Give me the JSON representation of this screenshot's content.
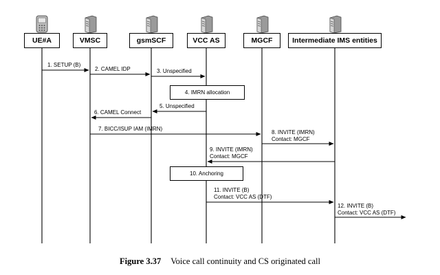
{
  "entities": [
    {
      "label": "UE#A",
      "icon": "phone-icon"
    },
    {
      "label": "VMSC",
      "icon": "server-icon"
    },
    {
      "label": "gsmSCF",
      "icon": "server-icon"
    },
    {
      "label": "VCC AS",
      "icon": "server-icon"
    },
    {
      "label": "MGCF",
      "icon": "server-icon"
    },
    {
      "label": "Intermediate IMS entities",
      "icon": "server-icon"
    }
  ],
  "messages": [
    {
      "line1": "1. SETUP (B)",
      "line2": ""
    },
    {
      "line1": "2. CAMEL IDP",
      "line2": ""
    },
    {
      "line1": "3. Unspecified",
      "line2": ""
    },
    {
      "line1": "5. Unspecified",
      "line2": ""
    },
    {
      "line1": "6. CAMEL Connect",
      "line2": ""
    },
    {
      "line1": "7. BICC/ISUP IAM  (IMRN)",
      "line2": ""
    },
    {
      "line1": "8. INVITE (IMRN)",
      "line2": "Contact: MGCF"
    },
    {
      "line1": "9. INVITE (IMRN)",
      "line2": "Contact: MGCF"
    },
    {
      "line1": "11. INVITE (B)",
      "line2": "Contact: VCC AS   (DTF)"
    },
    {
      "line1": "12. INVITE (B)",
      "line2": "Contact: VCC AS (DTF)"
    }
  ],
  "actions": [
    {
      "label": "4. IMRN allocation"
    },
    {
      "label": "10. Anchoring"
    }
  ],
  "caption": {
    "figure": "Figure 3.37",
    "text": "Voice call continuity and CS originated call"
  }
}
